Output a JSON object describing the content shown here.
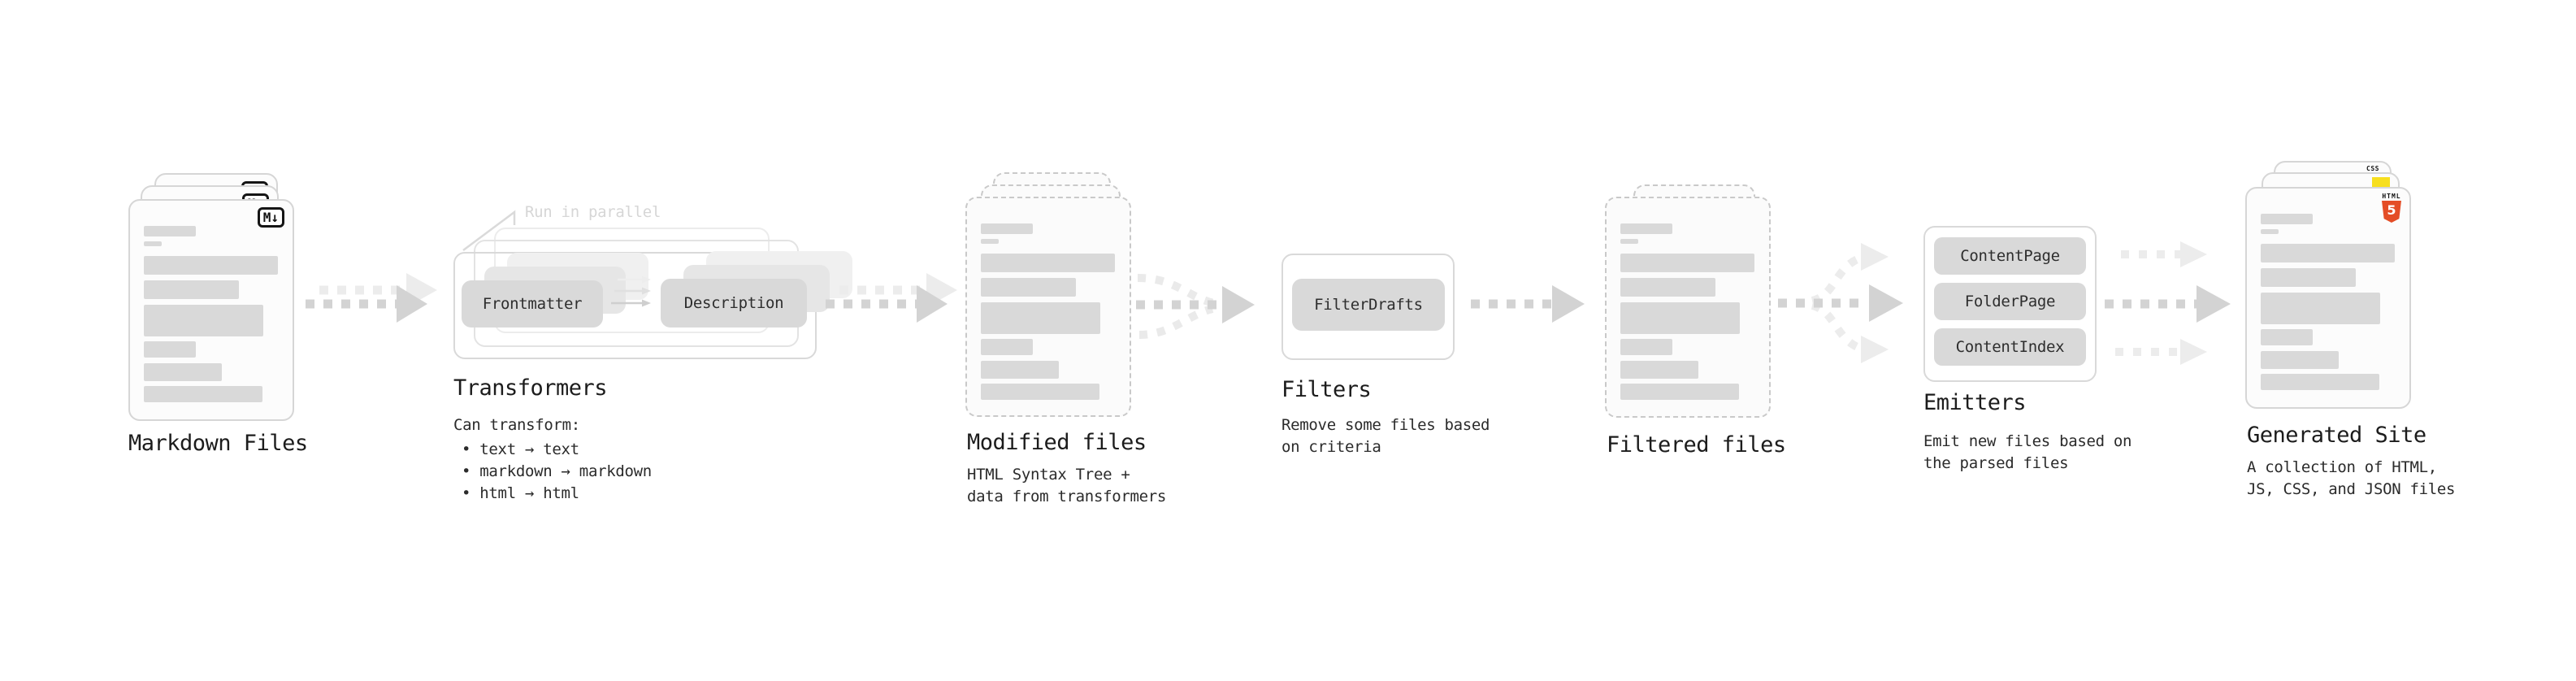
{
  "colors": {
    "html5_orange": "#e44d26",
    "js_yellow": "#f7df1e",
    "css_blue": "#2965f1",
    "arrow_dark": "#d3d3d3",
    "arrow_light": "#ececec"
  },
  "stages": {
    "markdown": {
      "label": "Markdown Files",
      "badge": "M↓"
    },
    "transformers": {
      "label": "Transformers",
      "note": "Run in parallel",
      "pill_left": "Frontmatter",
      "pill_right": "Description",
      "desc_title": "Can transform:",
      "bullets": [
        "• text → text",
        "• markdown → markdown",
        "• html → html"
      ]
    },
    "modified": {
      "label": "Modified files",
      "desc": "HTML Syntax Tree +\ndata from transformers"
    },
    "filters": {
      "label": "Filters",
      "pill": "FilterDrafts",
      "desc": "Remove some files based\non criteria"
    },
    "filtered": {
      "label": "Filtered files"
    },
    "emitters": {
      "label": "Emitters",
      "pills": [
        "ContentPage",
        "FolderPage",
        "ContentIndex"
      ],
      "desc": "Emit new files based on\nthe parsed files"
    },
    "generated": {
      "label": "Generated Site",
      "desc": "A collection of HTML,\nJS, CSS, and JSON files",
      "css_badge": "CSS",
      "html_badge_word": "HTML",
      "html_badge_number": "5"
    }
  }
}
